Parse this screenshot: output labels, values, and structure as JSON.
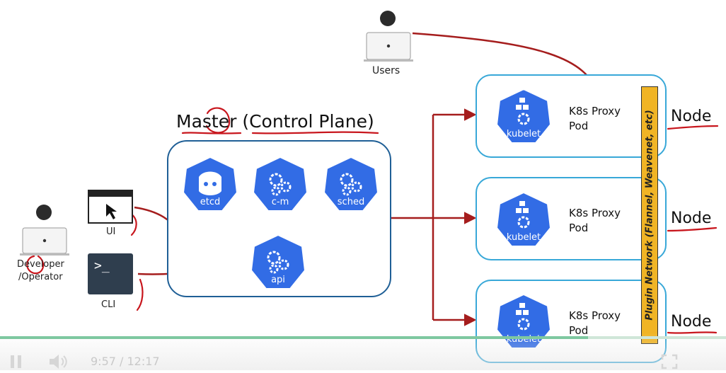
{
  "users": {
    "label": "Users"
  },
  "developer": {
    "label_line1": "Developer",
    "label_line2": "/Operator"
  },
  "ui": {
    "label": "UI"
  },
  "cli": {
    "label": "CLI",
    "prompt": ">_"
  },
  "master": {
    "title": "Master (Control Plane)",
    "components": [
      {
        "label": "etcd"
      },
      {
        "label": "c-m"
      },
      {
        "label": "sched"
      },
      {
        "label": "api"
      }
    ]
  },
  "nodes": [
    {
      "badge": "kubelet",
      "proxy_line1": "K8s Proxy",
      "proxy_line2": "Pod",
      "label": "Node"
    },
    {
      "badge": "kubelet",
      "proxy_line1": "K8s Proxy",
      "proxy_line2": "Pod",
      "label": "Node"
    },
    {
      "badge": "kubelet",
      "proxy_line1": "K8s Proxy",
      "proxy_line2": "Pod",
      "label": "Node"
    }
  ],
  "plugin_network": {
    "label": "Plugin Network (Flannel, Weavenet, etc)"
  },
  "player": {
    "time": "9:57 / 12:17",
    "progress": 0.81
  },
  "colors": {
    "k8s_blue": "#326ce5",
    "arrow_red": "#a51d1d",
    "plugin": "#f0b425",
    "master_border": "#1f5f96",
    "node_border": "#38a8d8"
  }
}
